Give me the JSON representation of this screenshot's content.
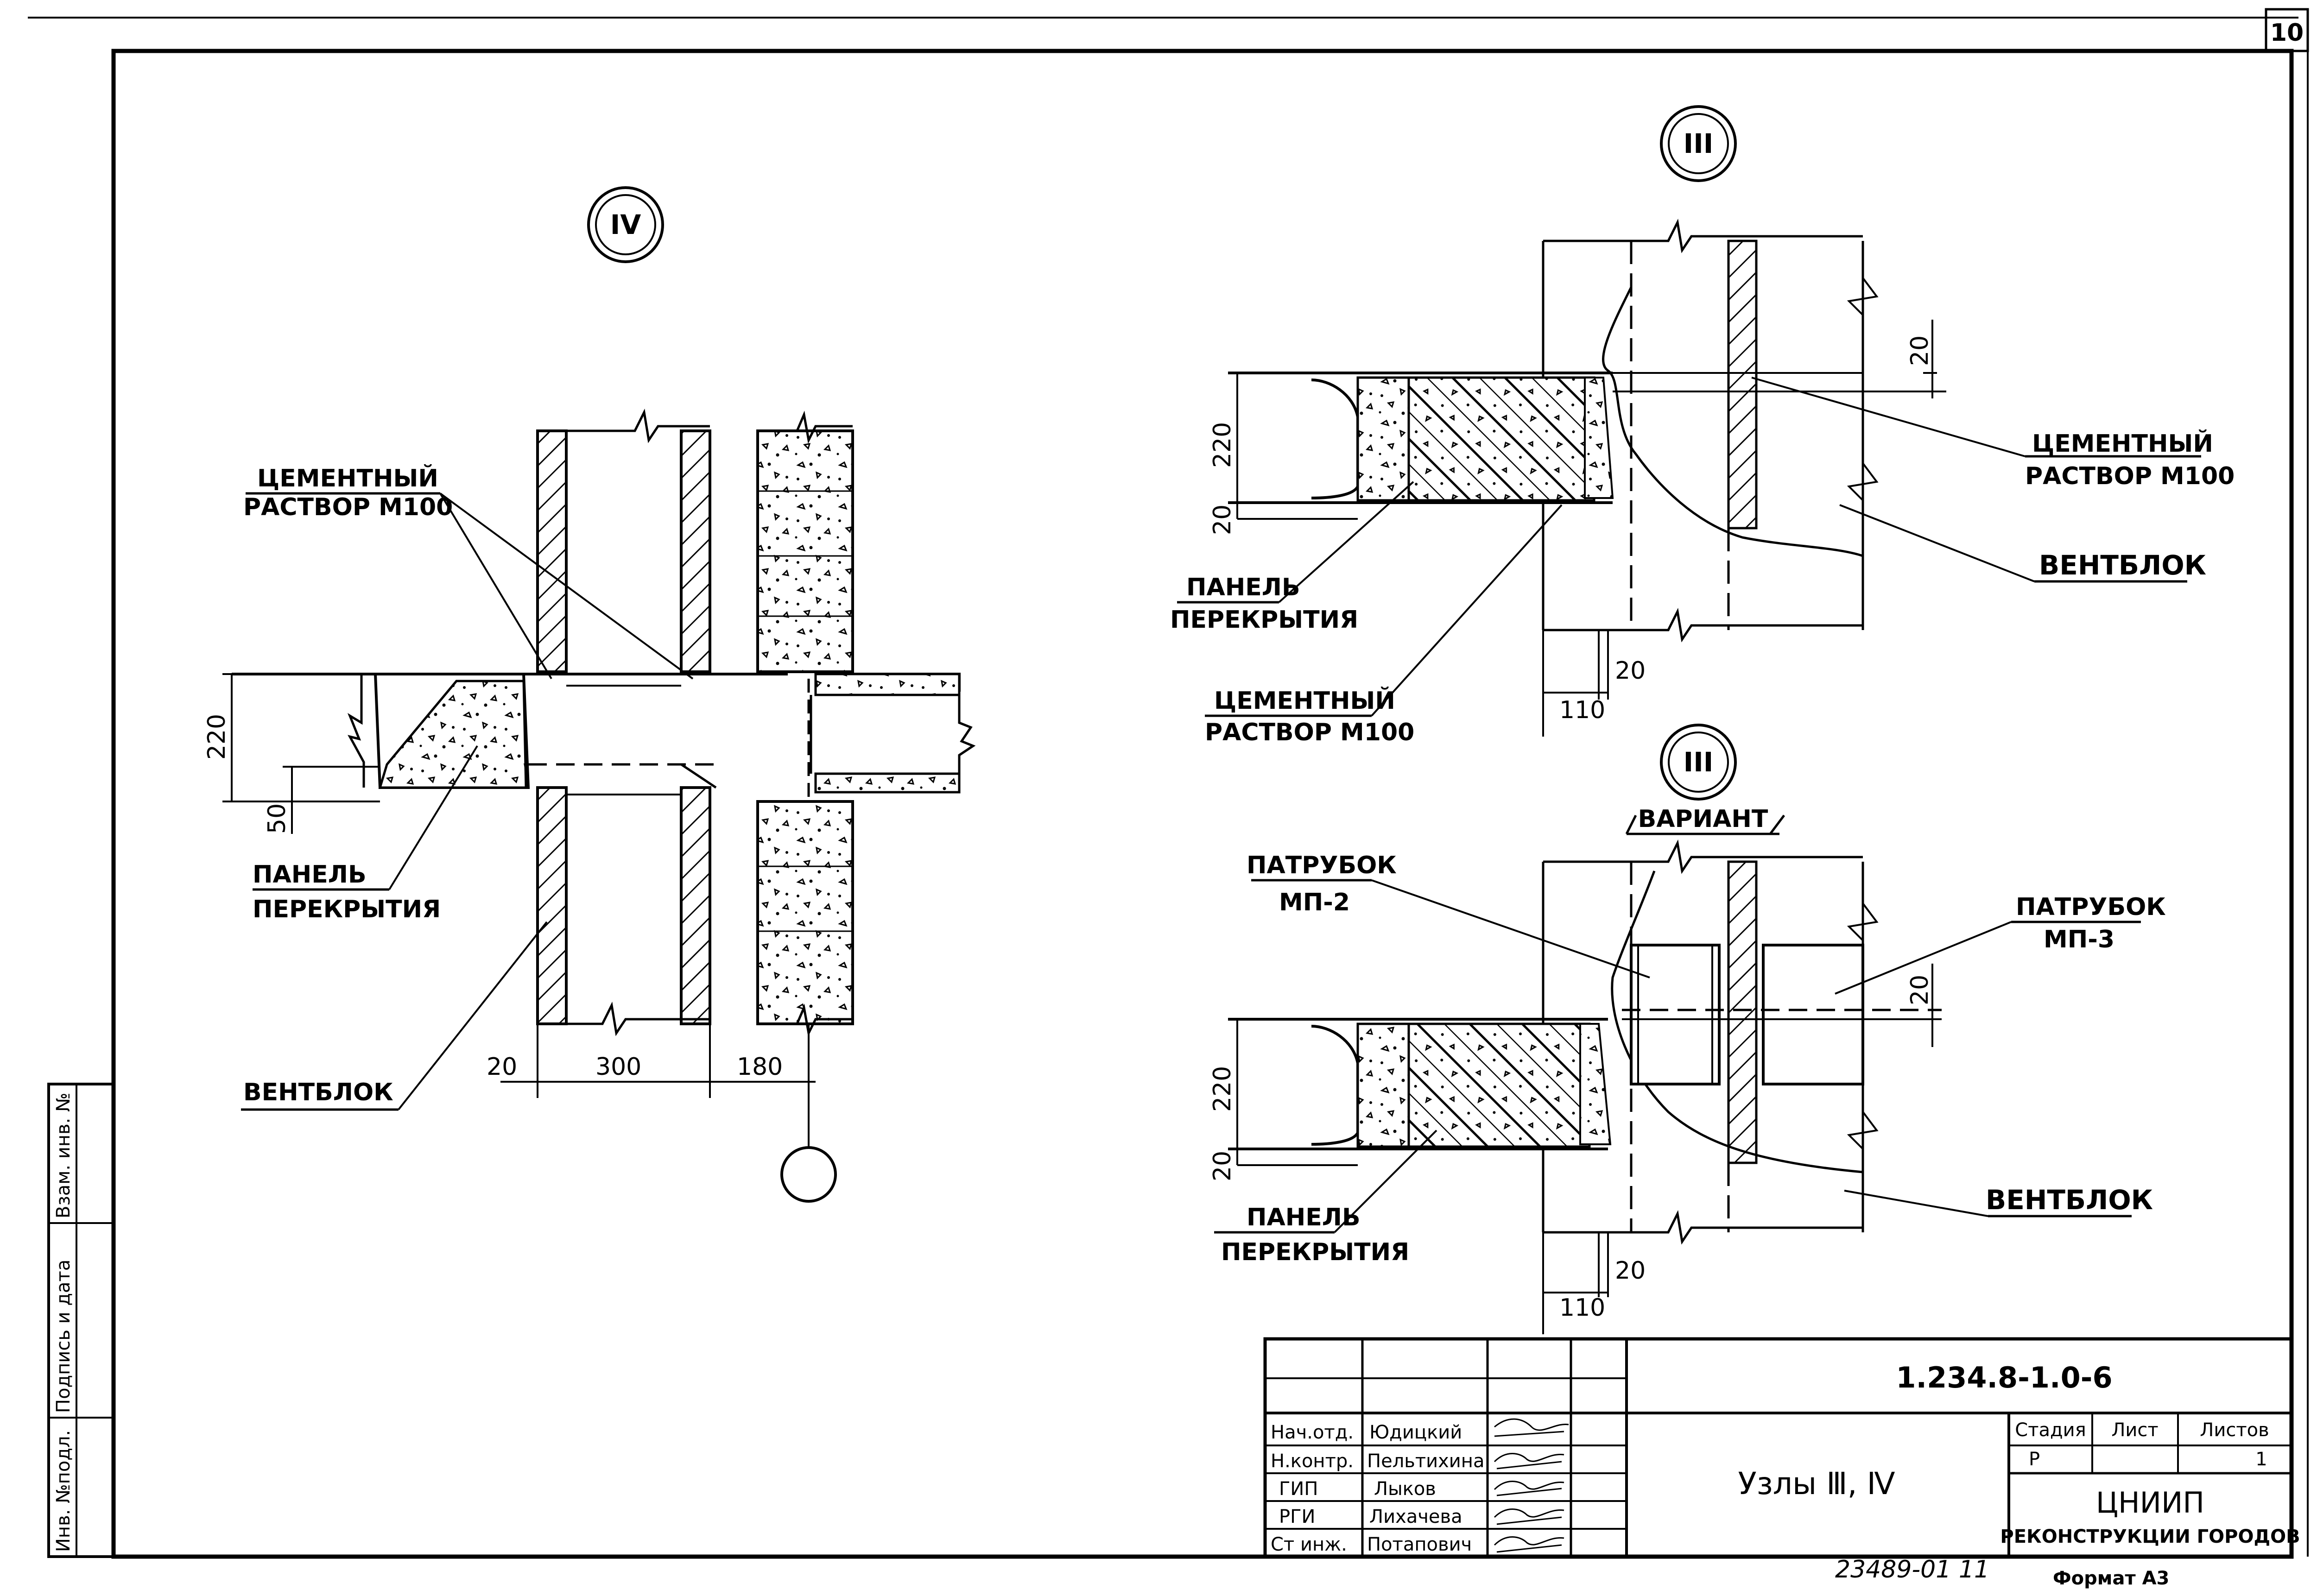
{
  "sheet": {
    "sheet_number": "10",
    "code": "1.234.8-1.0-6",
    "title": "Узлы Ⅲ, Ⅳ",
    "stage_header": "Стадия",
    "sheet_header": "Лист",
    "sheets_header": "Листов",
    "stage_value": "Р",
    "sheets_value": "1",
    "organization_line1": "ЦНИИП",
    "organization_line2": "РЕКОНСТРУКЦИИ ГОРОДОВ",
    "archive_number": "23489-01  11",
    "format": "Формат А3"
  },
  "side_stamp": {
    "inv_orig": "Инв. №подл.",
    "sign_date": "Подпись и дата",
    "replace_inv": "Взам. инв. №"
  },
  "signatures": [
    {
      "role": "Нач.отд.",
      "name": "Юдицкий"
    },
    {
      "role": "Н.контр.",
      "name": "Пельтихина"
    },
    {
      "role": "ГИП",
      "name": "Лыков"
    },
    {
      "role": "РГИ",
      "name": "Лихачева"
    },
    {
      "role": "Ст инж.",
      "name": "Потапович"
    }
  ],
  "node_iv": {
    "marker": "IV",
    "label_mortar_1": "ЦЕМЕНТНЫЙ",
    "label_mortar_2": "РАСТВОР М100",
    "label_panel_1": "ПАНЕЛЬ",
    "label_panel_2": "ПЕРЕКРЫТИЯ",
    "label_block": "ВЕНТБЛОК",
    "dim_220": "220",
    "dim_50": "50",
    "dim_20": "20",
    "dim_300": "300",
    "dim_180": "180"
  },
  "node_iii": {
    "marker": "III",
    "label_mortar_1": "ЦЕМЕНТНЫЙ",
    "label_mortar_2": "РАСТВОР М100",
    "label_mortar_b1": "ЦЕМЕНТНЫЙ",
    "label_mortar_b2": "РАСТВОР М100",
    "label_panel_1": "ПАНЕЛЬ",
    "label_panel_2": "ПЕРЕКРЫТИЯ",
    "label_block": "ВЕНТБЛОК",
    "dim_220": "220",
    "dim_20_left": "20",
    "dim_20_top": "20",
    "dim_20_bottom": "20",
    "dim_110": "110"
  },
  "node_iii_variant": {
    "marker": "III",
    "variant": "ВАРИАНТ",
    "label_pipe2_1": "ПАТРУБОК",
    "label_pipe2_2": "МП-2",
    "label_pipe3_1": "ПАТРУБОК",
    "label_pipe3_2": "МП-3",
    "label_panel_1": "ПАНЕЛЬ",
    "label_panel_2": "ПЕРЕКРЫТИЯ",
    "label_block": "ВЕНТБЛОК",
    "dim_220": "220",
    "dim_20_left": "20",
    "dim_20_right": "20",
    "dim_20_bottom": "20",
    "dim_110": "110"
  }
}
